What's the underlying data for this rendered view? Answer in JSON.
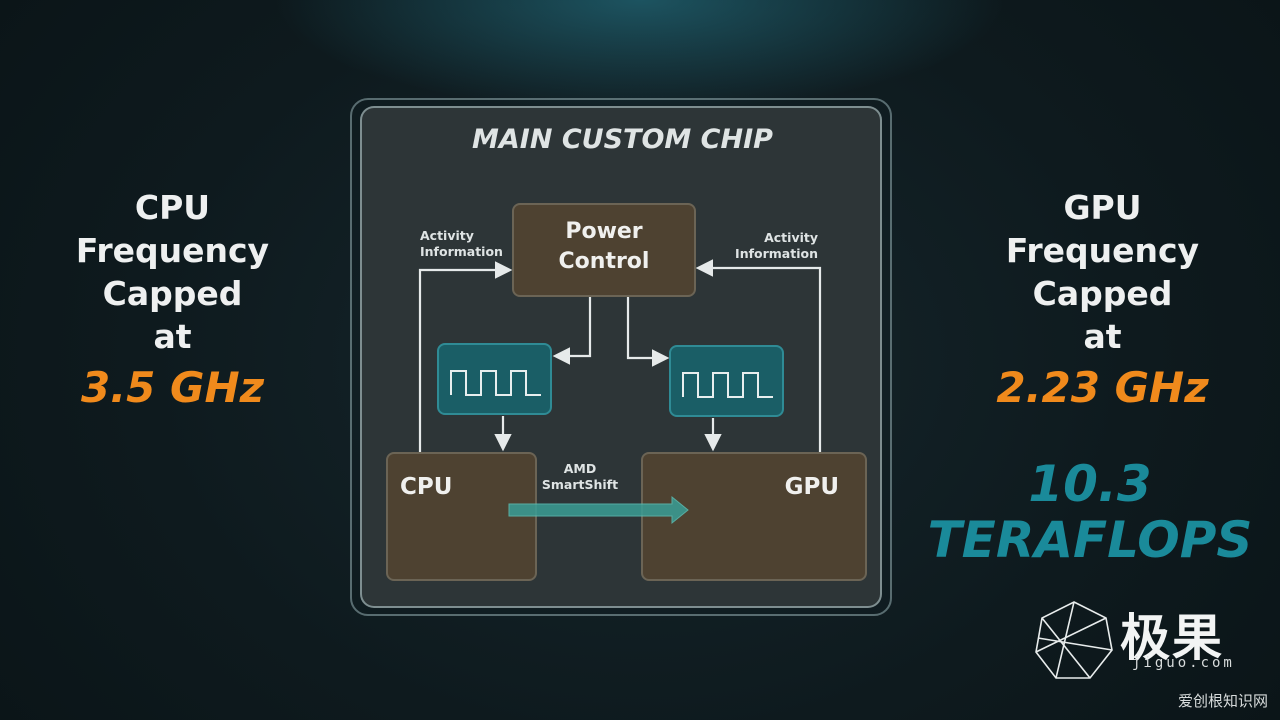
{
  "left_panel": {
    "lines": [
      "CPU",
      "Frequency",
      "Capped",
      "at"
    ],
    "frequency": "3.5 GHz"
  },
  "right_panel": {
    "lines": [
      "GPU",
      "Frequency",
      "Capped",
      "at"
    ],
    "frequency": "2.23 GHz",
    "performance": [
      "10.3",
      "TERAFLOPS"
    ]
  },
  "chip": {
    "title": "MAIN CUSTOM CHIP",
    "power_control": "Power\nControl",
    "activity_left": "Activity\nInformation",
    "activity_right": "Activity\nInformation",
    "cpu": "CPU",
    "gpu": "GPU",
    "smartshift": "AMD\nSmartShift"
  },
  "watermark": {
    "brand": "极果",
    "url": "jiguo.com",
    "site": "爱创根知识网"
  },
  "colors": {
    "accent_orange": "#f08a1c",
    "accent_teal": "#1a8a9a",
    "box_brown": "#4e4231",
    "clock_teal": "#1a5e66"
  }
}
